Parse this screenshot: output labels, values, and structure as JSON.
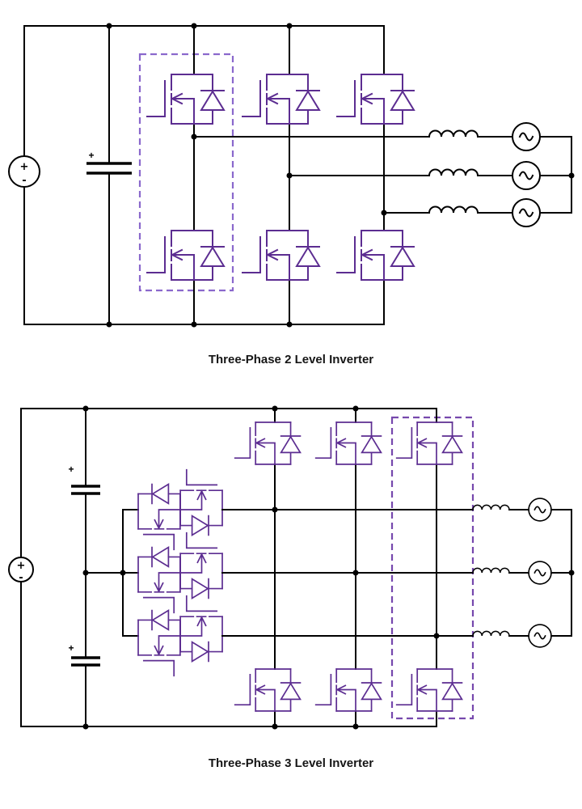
{
  "colors": {
    "background": "#ffffff",
    "wire": "#000000",
    "device": "#5c2d91",
    "box_top": "#8a68cc",
    "box_bottom": "#7648ad",
    "text": "#161616"
  },
  "symbols": {
    "plus": "+",
    "minus": "-"
  },
  "diagrams": [
    {
      "caption": "Three-Phase 2 Level Inverter",
      "topology": "two-level",
      "phases": 3,
      "switches": 6,
      "components": [
        "dc-source",
        "dc-link-capacitor",
        "mosfet-with-antiparallel-diode",
        "highlighted-phase-leg",
        "line-inductors",
        "ac-sources"
      ]
    },
    {
      "caption": "Three-Phase 3 Level Inverter",
      "topology": "three-level-t-type",
      "phases": 3,
      "switches": 12,
      "components": [
        "dc-source",
        "split-dc-link-capacitors",
        "mosfet-with-antiparallel-diode",
        "bidirectional-neutral-switches",
        "highlighted-phase-leg",
        "line-inductors",
        "ac-sources"
      ]
    }
  ]
}
